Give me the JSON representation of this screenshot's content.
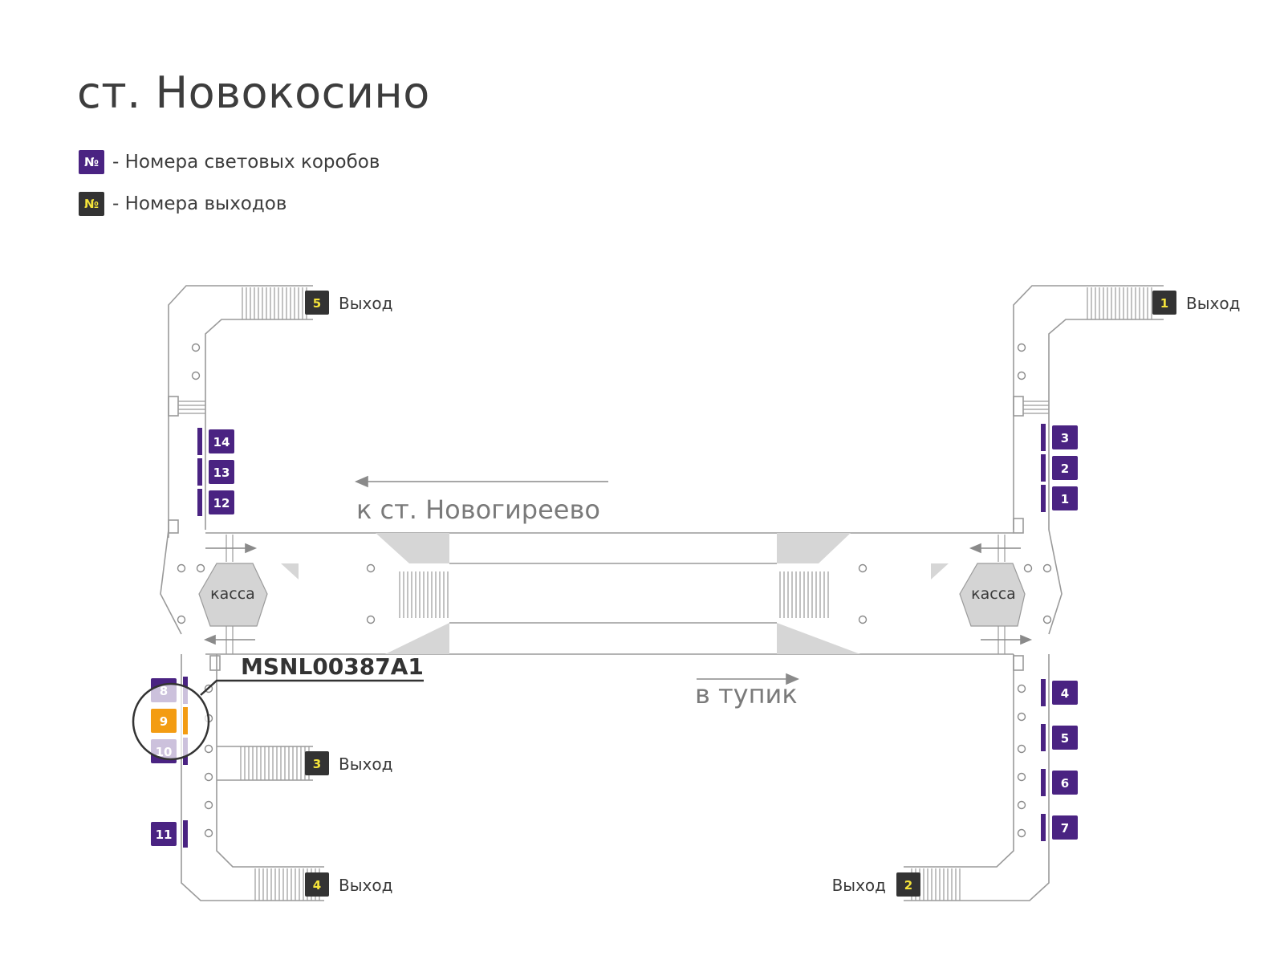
{
  "station_title": "ст. Новокосино",
  "legend": {
    "lightbox": {
      "symbol": "№",
      "text": "- Номера световых коробов"
    },
    "exit": {
      "symbol": "№",
      "text": "- Номера выходов"
    }
  },
  "colors": {
    "lightbox": "#4a2382",
    "lightbox_faded": "#cfc6e0",
    "exit_badge": "#333333",
    "exit_number": "#f5e43a",
    "highlight": "#f39c12",
    "walls": "#9a9a9a",
    "stairs_fill": "#d9d9d9"
  },
  "directions": {
    "to_station": "к ст. Новогиреево",
    "dead_end": "в тупик"
  },
  "cashier_label": "касса",
  "exit_label": "Выход",
  "exits": [
    "1",
    "2",
    "3",
    "4",
    "5"
  ],
  "lightboxes": [
    "1",
    "2",
    "3",
    "4",
    "5",
    "6",
    "7",
    "8",
    "9",
    "10",
    "11",
    "12",
    "13",
    "14"
  ],
  "selected": {
    "code": "MSNL00387A1",
    "lightbox": "9"
  }
}
